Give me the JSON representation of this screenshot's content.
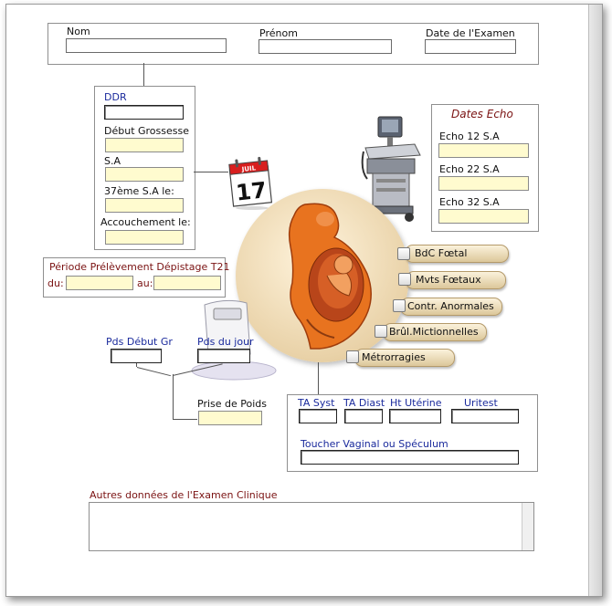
{
  "header": {
    "nom_label": "Nom",
    "prenom_label": "Prénom",
    "date_exam_label": "Date de l'Examen",
    "nom_value": "",
    "prenom_value": "",
    "date_value": ""
  },
  "dates_grossesse": {
    "ddr_label": "DDR",
    "debut_label": "Début Grossesse",
    "sa_label": "S.A",
    "sa37_label": "37ème S.A le:",
    "accouchement_label": "Accouchement le:"
  },
  "calendar": {
    "month": "JUIL",
    "day": "17"
  },
  "echo": {
    "title": "Dates Echo",
    "echo12_label": "Echo 12 S.A",
    "echo22_label": "Echo 22 S.A",
    "echo32_label": "Echo 32 S.A"
  },
  "t21": {
    "title": "Période Prélèvement Dépistage T21",
    "du_label": "du:",
    "au_label": "au:"
  },
  "checks": [
    {
      "label": "BdC Fœtal",
      "checked": false
    },
    {
      "label": "Mvts Fœtaux",
      "checked": false
    },
    {
      "label": "Contr. Anormales",
      "checked": false
    },
    {
      "label": "Brûl.Mictionnelles",
      "checked": false
    },
    {
      "label": "Métrorragies",
      "checked": false
    }
  ],
  "poids": {
    "debut_label": "Pds Début Gr",
    "jour_label": "Pds du jour",
    "prise_label": "Prise de Poids"
  },
  "examen": {
    "ta_syst_label": "TA Syst",
    "ta_diast_label": "TA Diast",
    "ht_uterine_label": "Ht Utérine",
    "uritest_label": "Uritest",
    "toucher_label": "Toucher Vaginal ou Spéculum"
  },
  "autres": {
    "label": "Autres données de l'Examen Clinique"
  },
  "colors": {
    "label_blue": "#1a2a9c",
    "label_red": "#7a1212",
    "field_yellow": "#fffbcf"
  },
  "icons": [
    "calendar-icon",
    "ultrasound-machine-icon",
    "pregnancy-illustration",
    "weighing-scale-icon"
  ]
}
